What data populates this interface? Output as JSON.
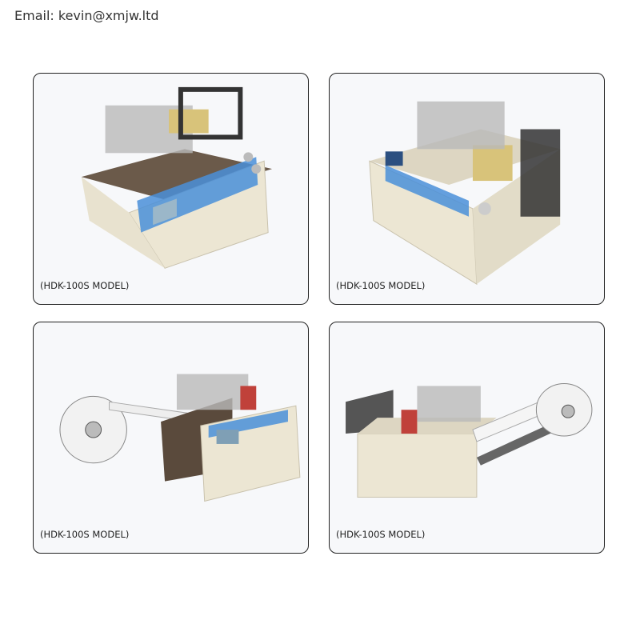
{
  "header": {
    "email": "Email: kevin@xmjw.ltd"
  },
  "products": [
    {
      "caption": "(HDK-100S MODEL)"
    },
    {
      "caption": "(HDK-100S MODEL)"
    },
    {
      "caption": "(HDK-100S MODEL)"
    },
    {
      "caption": "(HDK-100S MODEL)"
    }
  ],
  "colors": {
    "machine_body": "#ece6d3",
    "panel": "#4a8fd8",
    "frame": "#222222"
  }
}
